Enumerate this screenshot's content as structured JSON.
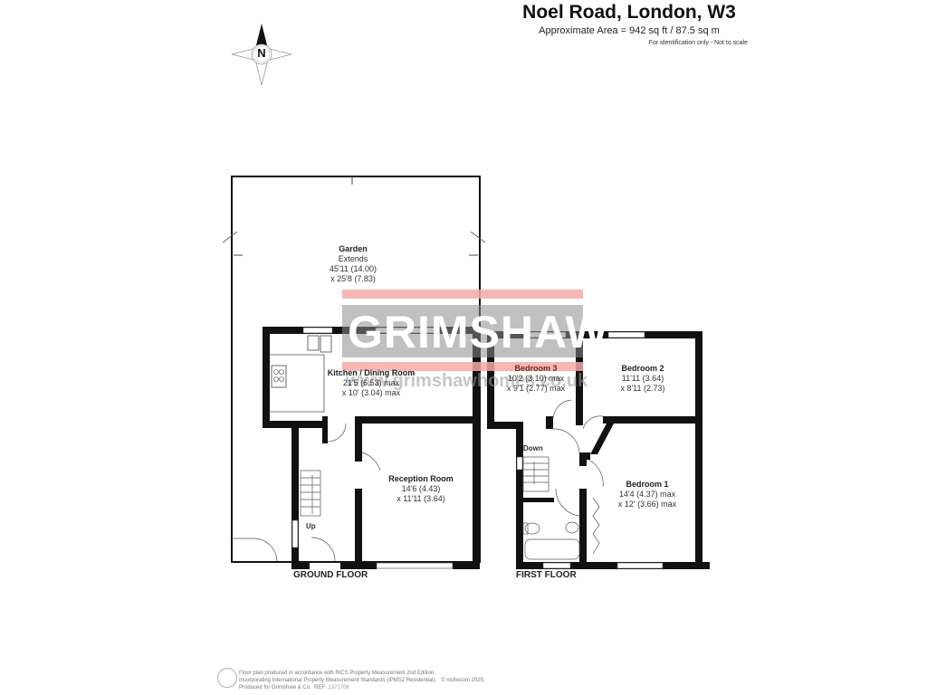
{
  "header": {
    "title": "Noel Road, London, W3",
    "area": "Approximate Area = 942 sq ft / 87.5 sq m",
    "note": "For identification only - Not to scale"
  },
  "compass": {
    "label": "N"
  },
  "floors": {
    "ground": {
      "label": "GROUND FLOOR",
      "stairs_label": "Up",
      "rooms": [
        {
          "name": "Garden",
          "line1": "Extends",
          "line2": "45'11 (14.00)",
          "line3": "x 25'8 (7.83)"
        },
        {
          "name": "Kitchen / Dining Room",
          "line1": "21'5 (6.53) max",
          "line2": "x 10' (3.04) max"
        },
        {
          "name": "Reception Room",
          "line1": "14'6 (4.43)",
          "line2": "x 11'11 (3.64)"
        }
      ]
    },
    "first": {
      "label": "FIRST FLOOR",
      "stairs_label": "Down",
      "rooms": [
        {
          "name": "Bedroom 3",
          "line1": "10'2 (3.10) max",
          "line2": "x 9'1 (2.77) max"
        },
        {
          "name": "Bedroom 2",
          "line1": "11'11 (3.64)",
          "line2": "x 8'11 (2.73)"
        },
        {
          "name": "Bedroom 1",
          "line1": "14'4 (4.37) max",
          "line2": "x 12' (3.66) max"
        }
      ]
    }
  },
  "watermark": {
    "brand": "GRIMSHAW",
    "url": "www.grimshawhomes.co.uk",
    "bar_color": "#f6a9a9",
    "gray_color": "#8c8c8c"
  },
  "footer": {
    "line1": "Floor plan produced in accordance with RICS Property Measurement 2nd Edition,",
    "line2": "Incorporating International Property Measurement Standards (IPMS2 Residential).",
    "copyright": "© nichecom 2025.",
    "line3": "Produced for Grimshaw & Co.",
    "ref_label": "REF:",
    "ref": "1371706"
  }
}
